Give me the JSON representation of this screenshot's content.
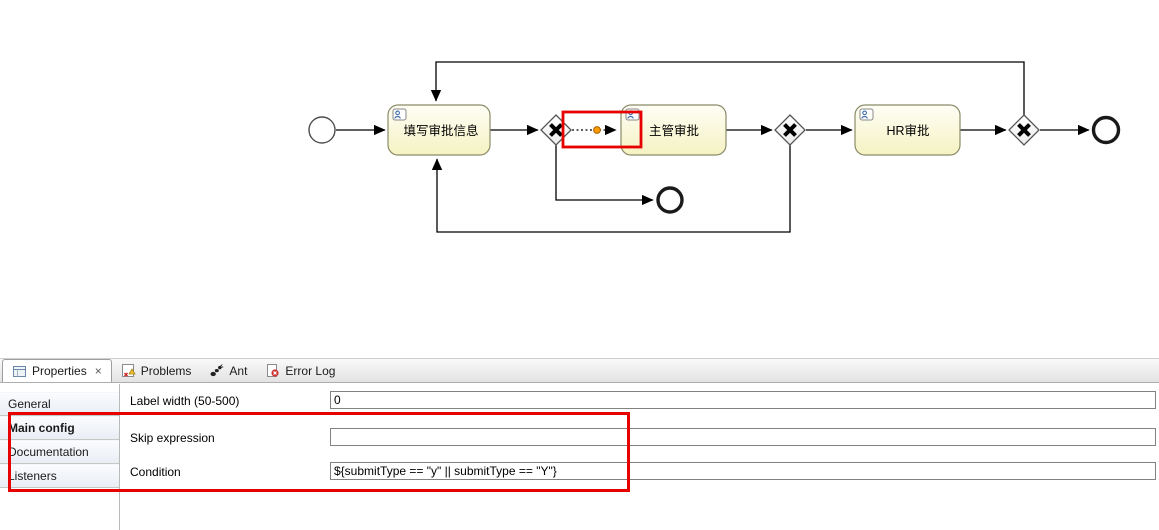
{
  "diagram": {
    "task1_label": "填写审批信息",
    "task2_label": "主管审批",
    "task3_label": "HR审批"
  },
  "tabs": [
    {
      "label": "Properties",
      "close": "×"
    },
    {
      "label": "Problems"
    },
    {
      "label": "Ant"
    },
    {
      "label": "Error Log"
    }
  ],
  "icons": {
    "properties_tab": "table-view-icon",
    "problems_tab": "problems-icon",
    "ant_tab": "ant-icon",
    "error_log_tab": "error-log-icon",
    "close": "close-icon"
  },
  "sidebar": {
    "items": [
      {
        "label": "General"
      },
      {
        "label": "Main config"
      },
      {
        "label": "Documentation"
      },
      {
        "label": "Listeners"
      }
    ]
  },
  "form": {
    "rows": [
      {
        "label": "Label width (50-500)",
        "value": "0"
      },
      {
        "label": "Skip expression",
        "value": ""
      },
      {
        "label": "Condition",
        "value": "${submitType == \"y\" || submitType == \"Y\"}"
      }
    ]
  },
  "colors": {
    "annotation_red": "#e60000",
    "task_fill": "#f6f3c3",
    "conditional_dot": "#ff9900"
  }
}
